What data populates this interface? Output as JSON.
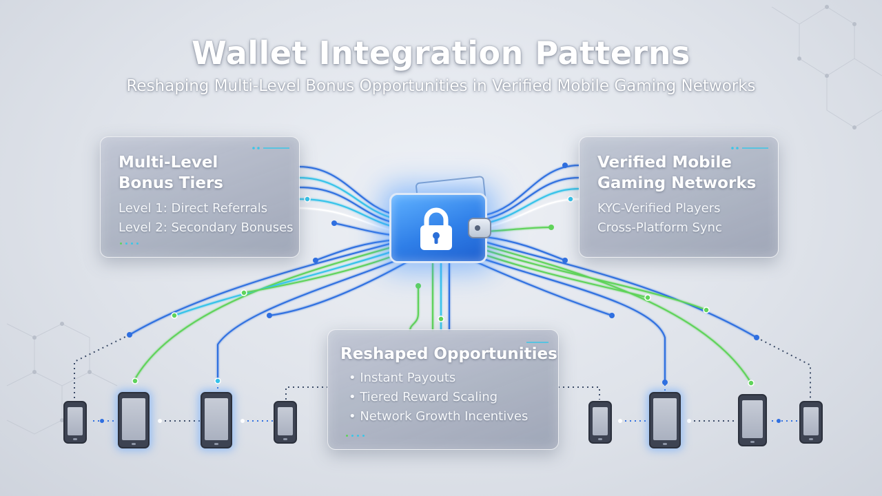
{
  "title": "Wallet Integration Patterns",
  "subtitle": "Reshaping Multi-Level Bonus Opportunities in Verified Mobile Gaming Networks",
  "cards": {
    "bonus_tiers": {
      "heading_line1": "Multi-Level",
      "heading_line2": "Bonus Tiers",
      "items": [
        "Level 1: Direct Referrals",
        "Level 2: Secondary Bonuses"
      ]
    },
    "verified_networks": {
      "heading_line1": "Verified Mobile",
      "heading_line2": "Gaming Networks",
      "items": [
        "KYC-Verified Players",
        "Cross-Platform Sync"
      ]
    },
    "reshaped": {
      "heading": "Reshaped Opportunities",
      "items": [
        "• Instant Payouts",
        "• Tiered Reward Scaling",
        "• Network Growth Incentives"
      ]
    }
  },
  "center_icon": "wallet-lock-icon",
  "device_icon": "smartphone-icon",
  "colors": {
    "connector_blue": "#2f6fe0",
    "connector_green": "#5fd35a",
    "connector_cyan": "#35c3ea",
    "wallet_blue": "#2f7fe8",
    "card_border": "#ffffff"
  }
}
